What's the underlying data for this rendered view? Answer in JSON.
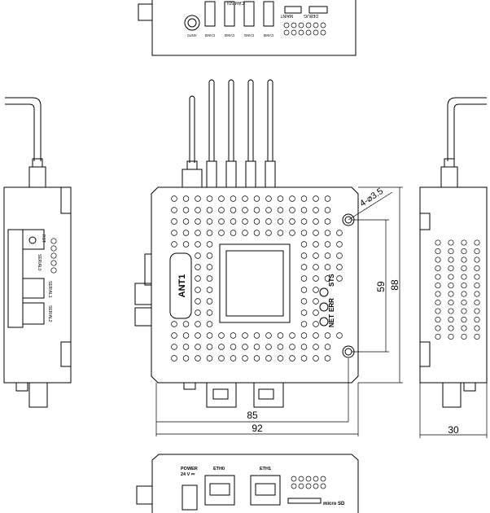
{
  "top_view": {
    "labels": [
      "ANT0",
      "CAM3",
      "CAM2",
      "CAM1",
      "CAM0"
    ],
    "cam_sdi": "CAM SDI",
    "maint": "MAINT",
    "debug": "DEBUG"
  },
  "front_view": {
    "ant_label": "ANT1",
    "leds": [
      "STS",
      "ERR",
      "NET"
    ],
    "hole_callout": "4-⌀3.5"
  },
  "left_view": {
    "rst": "RST",
    "serial0": "SERIAL0",
    "serial1": "SERIAL1",
    "serial2": "SERIAL2"
  },
  "bottom_view": {
    "power": "POWER",
    "voltage": "24 V ⎓",
    "eth0": "ETH0",
    "eth1": "ETH1",
    "microsd": "micro SD"
  },
  "dimensions": {
    "width_85": "85",
    "width_92": "92",
    "height_59": "59",
    "height_88": "88",
    "depth_30": "30"
  }
}
